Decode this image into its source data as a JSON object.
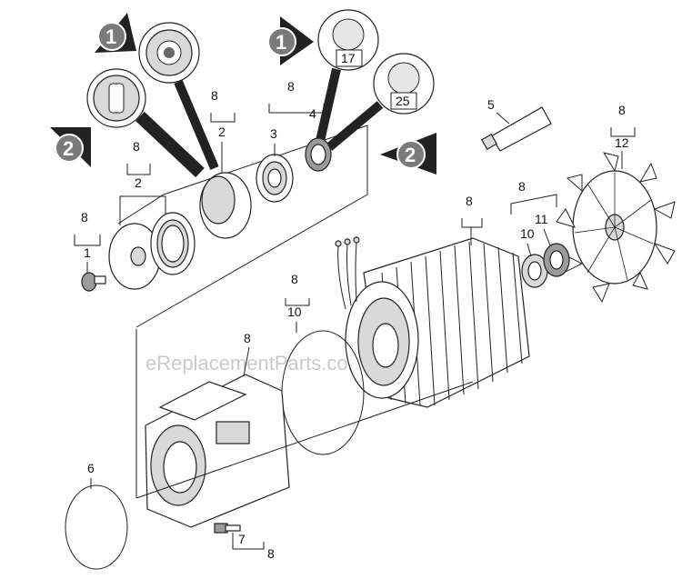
{
  "callouts": {
    "badge_1": "1",
    "badge_2": "2",
    "torque_17": "17",
    "torque_25": "25"
  },
  "labels": {
    "p1": "1",
    "p2": "2",
    "p3": "3",
    "p4": "4",
    "p5": "5",
    "p6": "6",
    "p7": "7",
    "p8": "8",
    "p10": "10",
    "p11": "11",
    "p12": "12"
  },
  "watermark": "eReplacementParts.com",
  "colors": {
    "badge": "#7a7a7a",
    "line": "#222222",
    "watermark": "#bdbdbd"
  }
}
